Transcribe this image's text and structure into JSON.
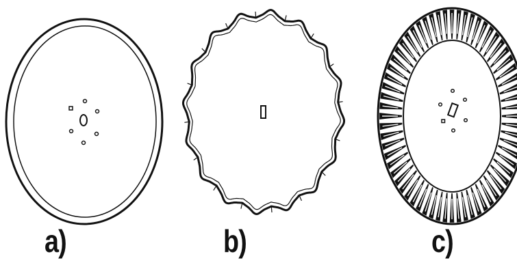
{
  "panels": [
    {
      "id": "a",
      "label": "a)",
      "kind": "plain-disc"
    },
    {
      "id": "b",
      "label": "b)",
      "kind": "scalloped-disc"
    },
    {
      "id": "c",
      "label": "c)",
      "kind": "fluted-coulter-disc"
    }
  ],
  "colors": {
    "line": "#111111",
    "paper": "#ffffff"
  }
}
